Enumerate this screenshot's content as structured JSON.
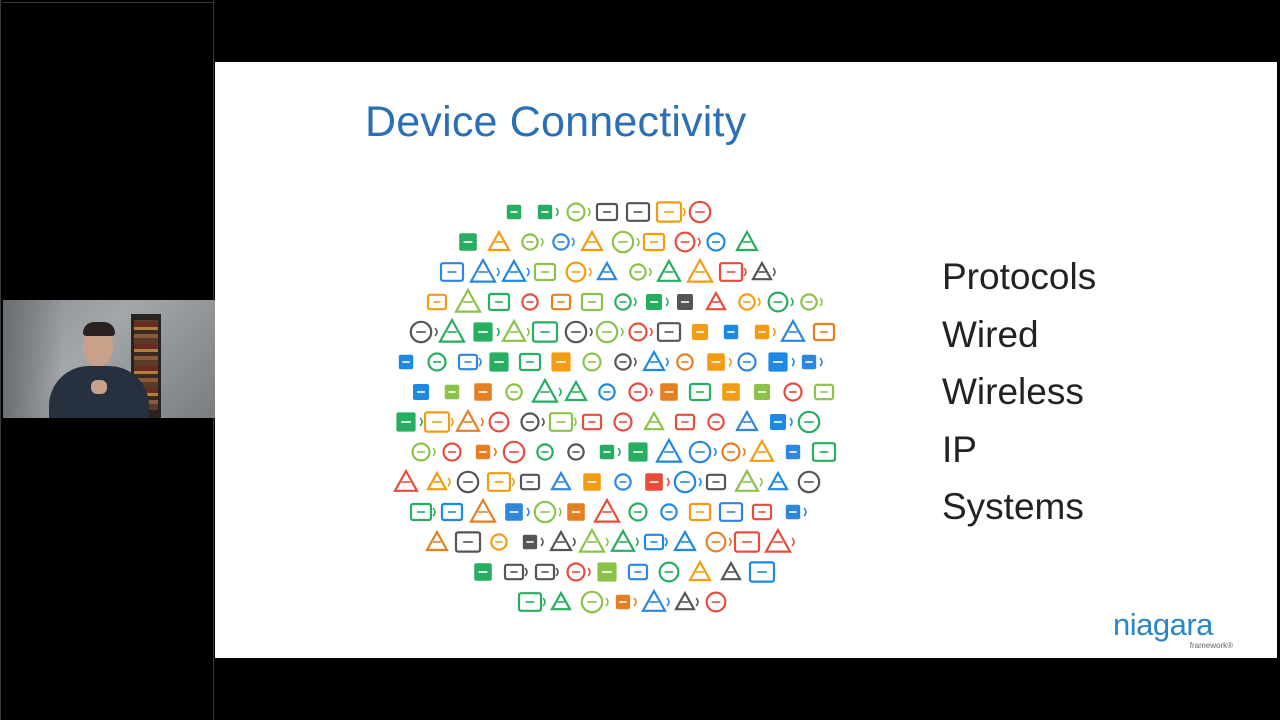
{
  "slide": {
    "title": "Device Connectivity",
    "topics": [
      "Protocols",
      "Wired",
      "Wireless",
      "IP",
      "Systems"
    ],
    "logo": {
      "word": "niagara",
      "sub": "framework®"
    }
  },
  "colors": {
    "title": "#2b6fb7",
    "logo": "#2b86c9",
    "icon_palette": [
      "#e74c3c",
      "#f39c12",
      "#2e86de",
      "#27ae60",
      "#8bc34a",
      "#555555",
      "#e67e22",
      "#1e88e5"
    ]
  },
  "icons": [
    "ship-icon",
    "turbine-icon",
    "building-icon",
    "camera-icon",
    "lightbulb-icon",
    "shop-icon",
    "traffic-light-icon",
    "tower-icon",
    "solar-panel-icon",
    "airplane-icon",
    "server-icon",
    "monitor-icon",
    "fan-icon",
    "thermostat-icon",
    "car-icon",
    "phone-icon",
    "factory-icon",
    "satellite-icon",
    "meter-icon",
    "printer-icon",
    "bus-icon",
    "projector-icon"
  ]
}
